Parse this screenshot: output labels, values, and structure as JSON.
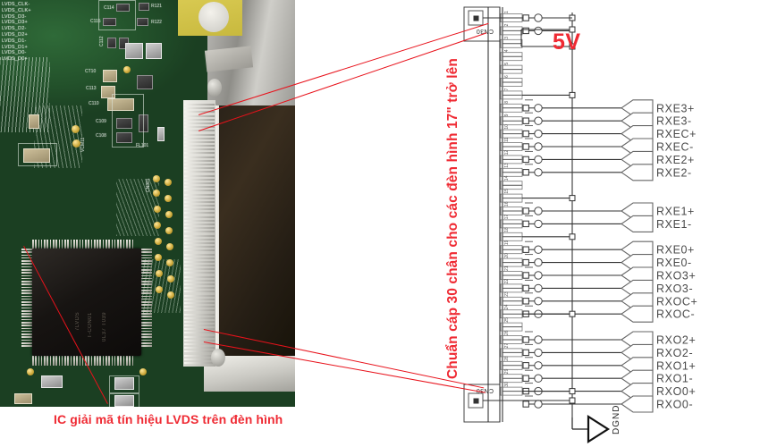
{
  "diagram": {
    "title_vertical": "Chuẩn cáp 30 chân cho các đèn hình 17\" trở lên",
    "caption_bottom": "IC giải mã tín hiệu LVDS trên đèn hình",
    "power_label": "5V",
    "ground_label": "DGND",
    "connector_top_ref": "CN30",
    "connector_bottom_ref": "CN30",
    "accent_color": "#ef2a33",
    "wire_color": "#2b2b2b",
    "pin_count": 30
  },
  "signals": [
    {
      "pin": 8,
      "name": "RXE3+"
    },
    {
      "pin": 9,
      "name": "RXE3-"
    },
    {
      "pin": 10,
      "name": "RXEC+"
    },
    {
      "pin": 11,
      "name": "RXEC-"
    },
    {
      "pin": 12,
      "name": "RXE2+"
    },
    {
      "pin": 13,
      "name": "RXE2-"
    },
    {
      "pin": 16,
      "name": "RXE1+"
    },
    {
      "pin": 17,
      "name": "RXE1-"
    },
    {
      "pin": 19,
      "name": "RXE0+"
    },
    {
      "pin": 20,
      "name": "RXE0-"
    },
    {
      "pin": 21,
      "name": "RXO3+"
    },
    {
      "pin": 22,
      "name": "RXO3-"
    },
    {
      "pin": 23,
      "name": "RXOC+"
    },
    {
      "pin": 24,
      "name": "RXOC-"
    },
    {
      "pin": 26,
      "name": "RXO2+"
    },
    {
      "pin": 27,
      "name": "RXO2-"
    },
    {
      "pin": 28,
      "name": "RXO1+"
    },
    {
      "pin": 29,
      "name": "RXO1-"
    },
    {
      "pin": 30,
      "name": "RXO0+"
    },
    {
      "pin": 31,
      "name": "RXO0-"
    }
  ],
  "pin_numbers": [
    1,
    2,
    3,
    4,
    5,
    6,
    7,
    8,
    9,
    10,
    11,
    12,
    13,
    14,
    15,
    16,
    17,
    18,
    19,
    20,
    21,
    22,
    23,
    24,
    25,
    26,
    27,
    28,
    29,
    30
  ],
  "pcb": {
    "silkscreen_block": "LVDS_CLK-\nLVDS_CLK+\nLVDS_D3-\nLVDS_D3+\nLVDS_D2-\nLVDS_D2+\nLVDS_D1-\nLVDS_D1+\nLVDS_D0-\nLVDS_D0+",
    "refs": [
      {
        "label": "C114"
      },
      {
        "label": "C115"
      },
      {
        "label": "R121"
      },
      {
        "label": "R122"
      },
      {
        "label": "C112"
      },
      {
        "label": "CT10"
      },
      {
        "label": "C113"
      },
      {
        "label": "C110"
      },
      {
        "label": "C109"
      },
      {
        "label": "C108"
      },
      {
        "label": "FL101"
      },
      {
        "label": "VCM11"
      },
      {
        "label": "CN301"
      },
      {
        "label": "CN801"
      }
    ],
    "ic_text_line1": "7LVDS",
    "ic_text_line2": "T-CON01",
    "ic_text_line3": "0L37 T039"
  }
}
